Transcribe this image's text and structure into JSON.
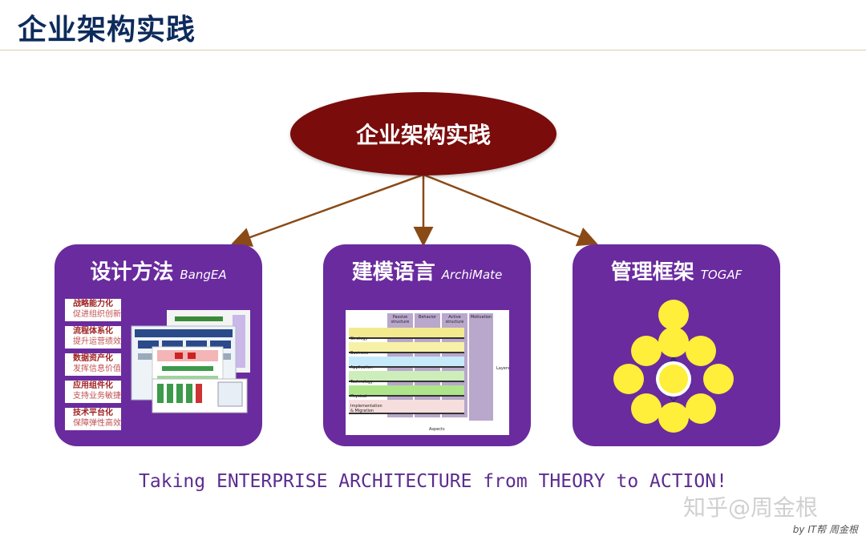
{
  "page": {
    "title": "企业架构实践"
  },
  "center": {
    "label": "企业架构实践"
  },
  "cards": [
    {
      "title": "设计方法",
      "subtitle": "BangEA",
      "items": [
        {
          "head": "战略能力化",
          "sub": "促进组织创新"
        },
        {
          "head": "流程体系化",
          "sub": "提升运营绩效"
        },
        {
          "head": "数据资产化",
          "sub": "发挥信息价值"
        },
        {
          "head": "应用组件化",
          "sub": "支持业务敏捷"
        },
        {
          "head": "技术平台化",
          "sub": "保障弹性高效"
        }
      ]
    },
    {
      "title": "建模语言",
      "subtitle": "ArchiMate",
      "columns": [
        "Passive structure",
        "Behavior",
        "Active structure",
        "Motivation"
      ],
      "rows": [
        "Strategy",
        "Business",
        "Application",
        "Technology",
        "Physical",
        "Implementation & Migration"
      ],
      "side_label": "Layers",
      "bottom_label": "Aspects"
    },
    {
      "title": "管理框架",
      "subtitle": "TOGAF"
    }
  ],
  "tagline": "Taking ENTERPRISE ARCHITECTURE from THEORY to ACTION!",
  "watermark": "知乎@周金根",
  "credit": "by IT帮 周金根",
  "colors": {
    "title": "#0d2b5c",
    "ellipse": "#7a0c0c",
    "card": "#6a2b9e",
    "arrow": "#8a4a16",
    "tagline": "#5c2d8f",
    "togaf_node": "#ffee3a"
  }
}
